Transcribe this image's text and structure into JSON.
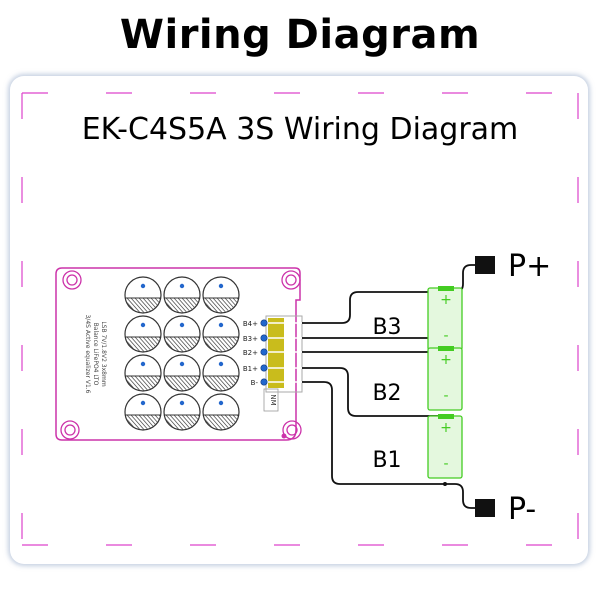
{
  "page_title": "Wiring Diagram",
  "diagram_title": "EK-C4S5A  3S Wiring Diagram",
  "board": {
    "pin_labels": [
      "B4+",
      "B3+",
      "B2+",
      "B1+",
      "B-"
    ],
    "silk_text": [
      "3/4S Active equalizer V1.6",
      "Balance LiFePO4 LTO",
      "LSB 7V/1.8V2  3x8mm"
    ],
    "connector_mark": "NM"
  },
  "batteries": [
    {
      "label": "B3",
      "plus": "+",
      "minus": "-"
    },
    {
      "label": "B2",
      "plus": "+",
      "minus": "-"
    },
    {
      "label": "B1",
      "plus": "+",
      "minus": "-"
    }
  ],
  "terminals": {
    "positive": "P+",
    "negative": "P-"
  },
  "colors": {
    "board_outline": "#cc33aa",
    "connector_yellow": "#c9bc1c",
    "battery_green": "#44cc22",
    "battery_fill": "#e4f8de",
    "pin_blue": "#2266cc",
    "guide_magenta": "#dd44cc"
  }
}
